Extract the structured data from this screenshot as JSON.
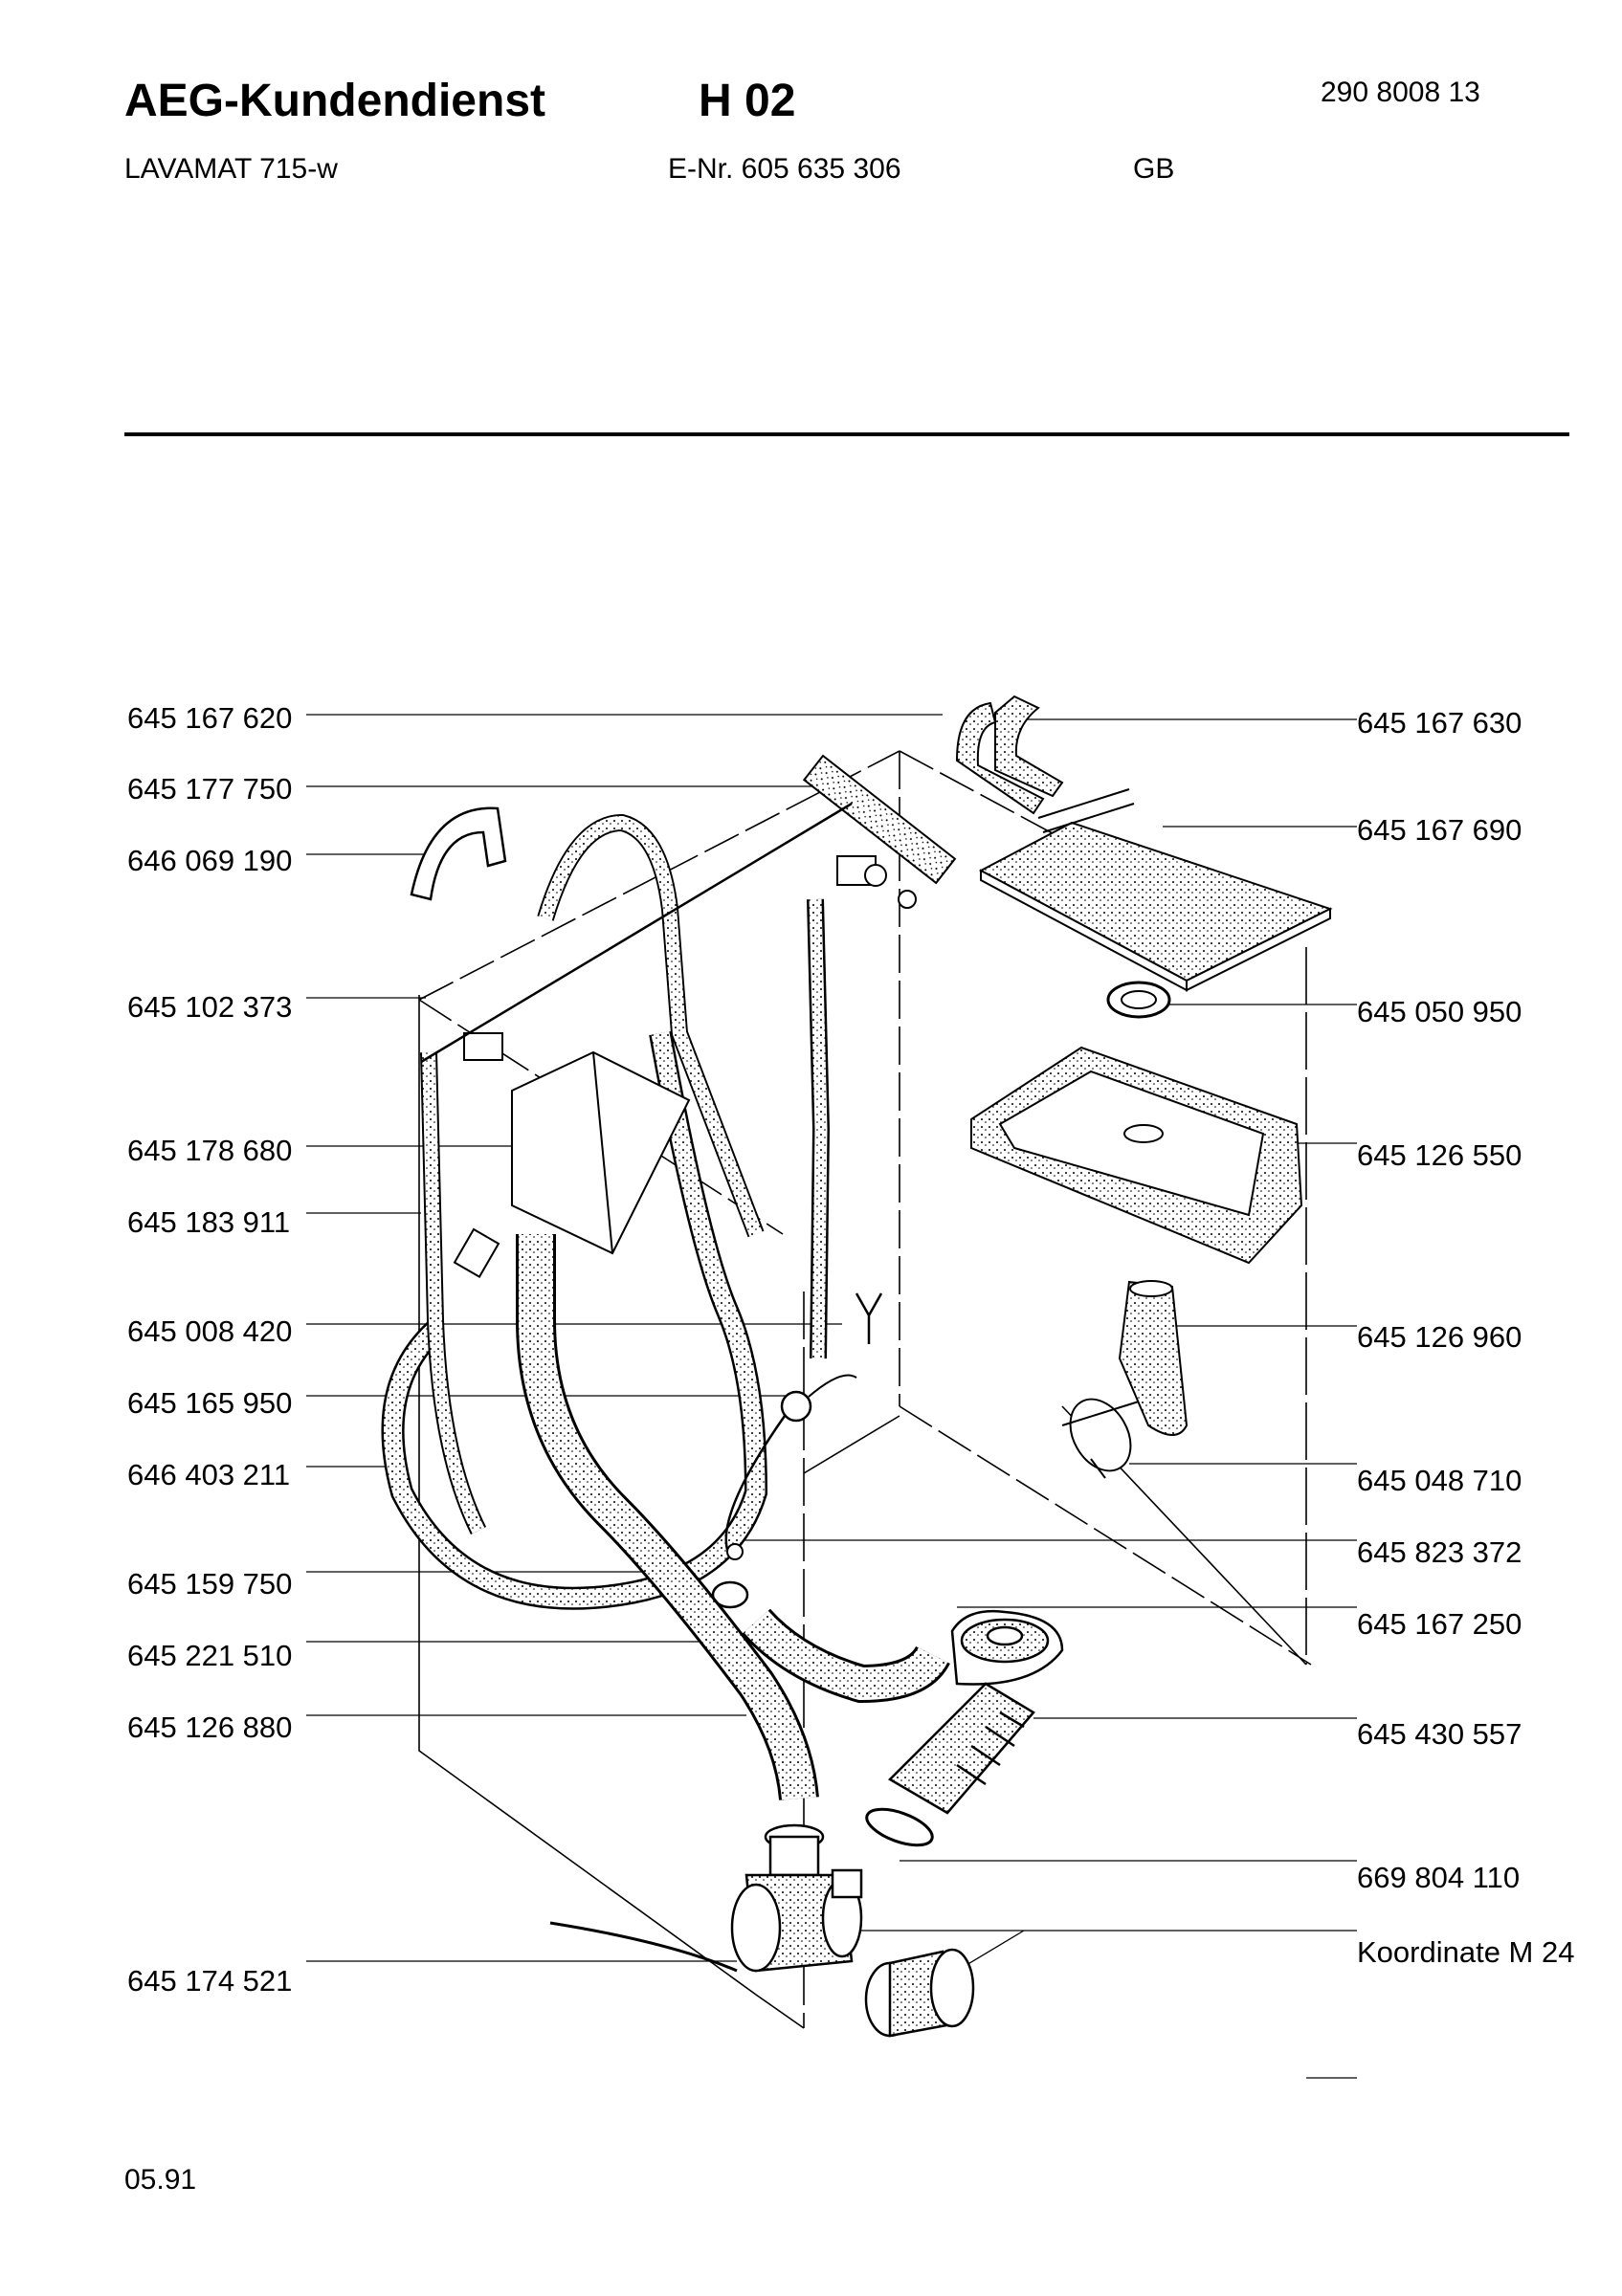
{
  "header": {
    "brand": "AEG-Kundendienst",
    "sheet": "H 02",
    "doc_number": "290 8008 13",
    "model": "LAVAMAT 715-w",
    "e_number": "E-Nr. 605 635 306",
    "country": "GB"
  },
  "left_labels": [
    "645 167 620",
    "645 177 750",
    "646 069 190",
    "645 102 373",
    "645 178 680",
    "645 183 911",
    "645 008 420",
    "645 165 950",
    "646 403 211",
    "645 159 750",
    "645 221 510",
    "645 126 880",
    "645 174 521"
  ],
  "right_labels": [
    "645 167 630",
    "645 167 690",
    "645 050 950",
    "645 126 550",
    "645 126 960",
    "645 048 710",
    "645 823 372",
    "645 167 250",
    "645 430 557",
    "669 804 110",
    "Koordinate M 24"
  ],
  "footer": {
    "date": "05.91"
  }
}
